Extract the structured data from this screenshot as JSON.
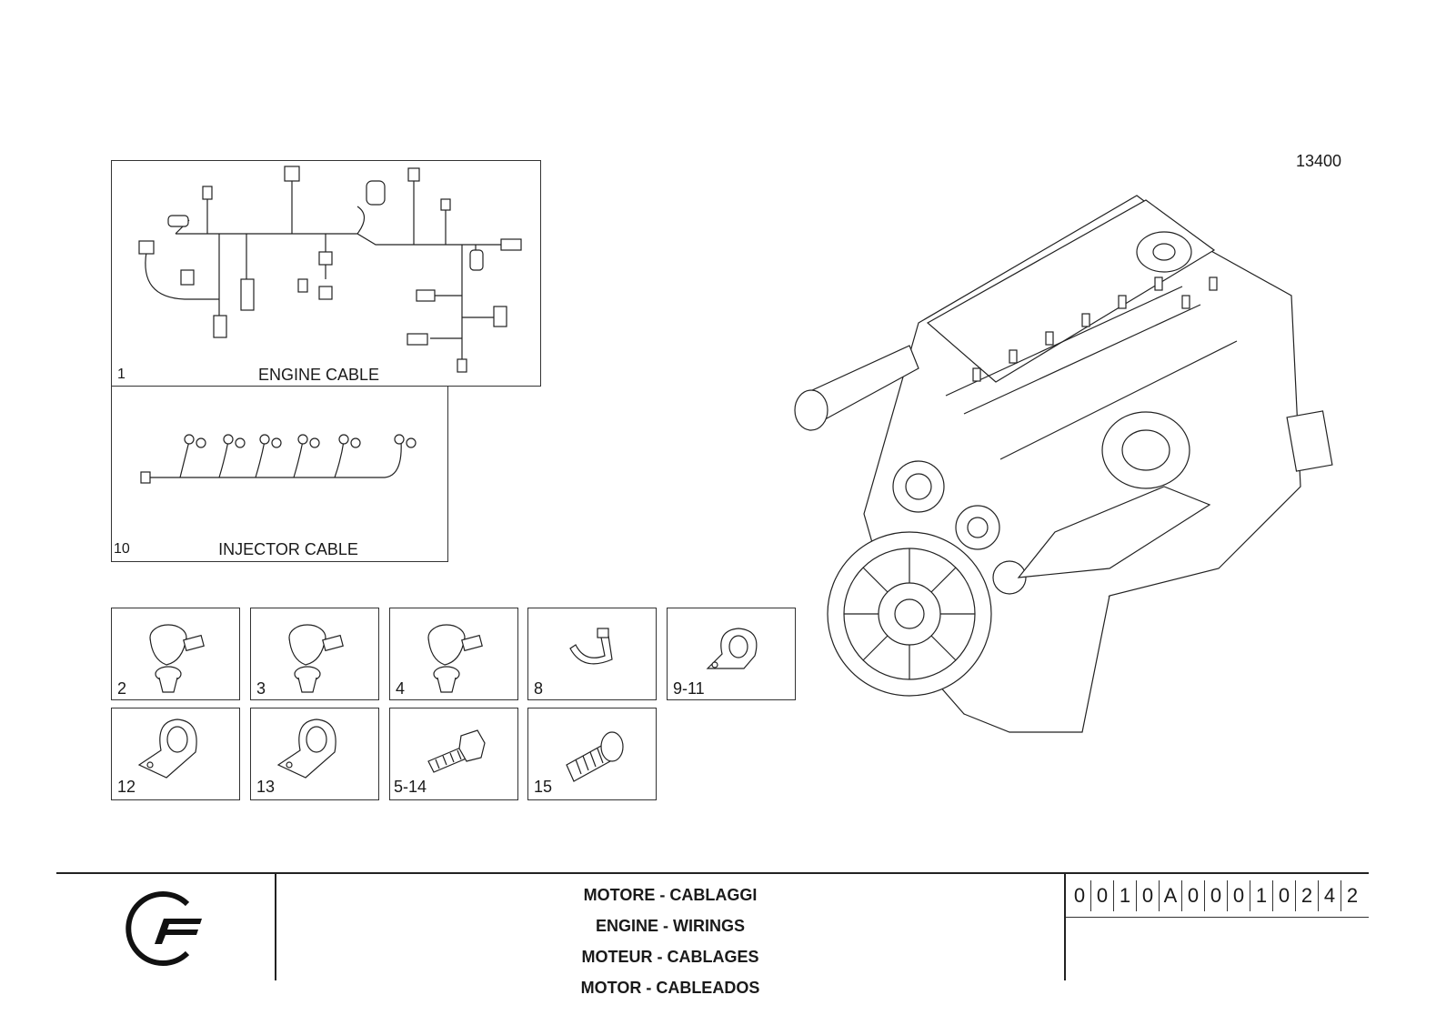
{
  "reference_number": "13400",
  "engine_cable": {
    "number": "1",
    "title": "ENGINE CABLE"
  },
  "injector_cable": {
    "number": "10",
    "title": "INJECTOR CABLE"
  },
  "parts": [
    {
      "label": "2",
      "kind": "clamp-plug"
    },
    {
      "label": "3",
      "kind": "clamp-plug"
    },
    {
      "label": "4",
      "kind": "clamp-plug"
    },
    {
      "label": "8",
      "kind": "cable-tie"
    },
    {
      "label": "9-11",
      "kind": "p-clip"
    },
    {
      "label": "12",
      "kind": "p-clip"
    },
    {
      "label": "13",
      "kind": "p-clip"
    },
    {
      "label": "5-14",
      "kind": "bolt"
    },
    {
      "label": "15",
      "kind": "screw"
    }
  ],
  "title_block": {
    "lines": [
      "MOTORE - CABLAGGI",
      "ENGINE - WIRINGS",
      "MOTEUR - CABLAGES",
      "MOTOR - CABLEADOS"
    ],
    "code_digits": [
      "0",
      "0",
      "1",
      "0",
      "A",
      "0",
      "0",
      "0",
      "1",
      "0",
      "2",
      "4",
      "2"
    ]
  },
  "logo": {
    "icon": "brand-logo-icon"
  }
}
